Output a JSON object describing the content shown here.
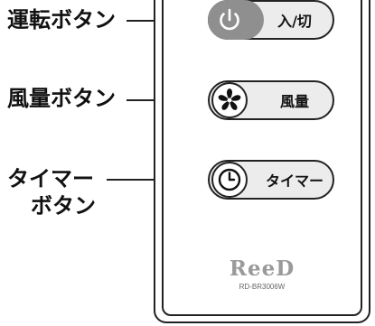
{
  "callouts": {
    "power": "運転ボタン",
    "fan": "風量ボタン",
    "timer_line1": "タイマー",
    "timer_line2": "ボタン"
  },
  "buttons": {
    "power": {
      "label": "入/切",
      "icon": "power-icon"
    },
    "fan": {
      "label": "風量",
      "icon": "fan-icon"
    },
    "timer": {
      "label": "タイマー",
      "icon": "clock-icon"
    }
  },
  "brand": {
    "name": "ReeD",
    "model": "RD-BR3006W"
  },
  "colors": {
    "outline": "#222222",
    "button_fill": "#ececec",
    "power_highlight": "#8f8f8f",
    "brand_text": "#9a9a9a"
  }
}
